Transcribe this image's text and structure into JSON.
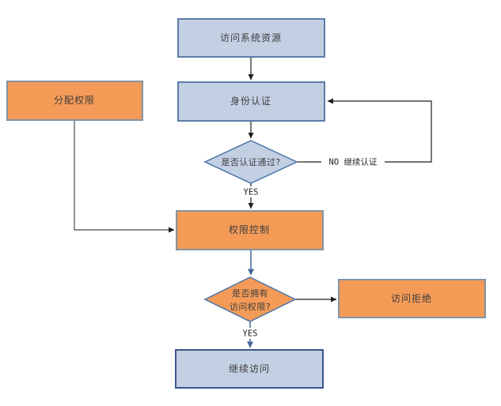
{
  "diagram": {
    "type": "flowchart",
    "nodes": {
      "access_resource": {
        "label": "访问系统资源",
        "shape": "rect",
        "style": "blue"
      },
      "identity_auth": {
        "label": "身份认证",
        "shape": "rect",
        "style": "blue"
      },
      "assign_permission": {
        "label": "分配权限",
        "shape": "rect",
        "style": "orange"
      },
      "auth_passed": {
        "label": "是否认证通过?",
        "shape": "diamond",
        "style": "blue"
      },
      "permission_control": {
        "label": "权限控制",
        "shape": "rect",
        "style": "orange"
      },
      "has_permission": {
        "label_line1": "是否拥有",
        "label_line2": "访问权限?",
        "shape": "diamond",
        "style": "orange"
      },
      "access_denied": {
        "label": "访问拒绝",
        "shape": "rect",
        "style": "orange"
      },
      "continue_access": {
        "label": "继续访问",
        "shape": "rect",
        "style": "blue"
      }
    },
    "edge_labels": {
      "no_retry": "NO 继续认证",
      "yes_auth": "YES",
      "yes_permission": "YES"
    }
  },
  "colors": {
    "bg": "#ffffff",
    "blue_fill": "#c3cfe2",
    "blue_border": "#5b7ca9",
    "blue_border_dark": "#39568e",
    "orange_fill": "#f49b58",
    "orange_border": "#8494a4",
    "diamond_border": "#4a74a8",
    "connector_dark": "#1f1f1f",
    "connector_gray": "#4a4a4a",
    "connector_blue": "#44679c",
    "text_dark": "#3d3d3d",
    "label_text": "#1f1f1f"
  }
}
